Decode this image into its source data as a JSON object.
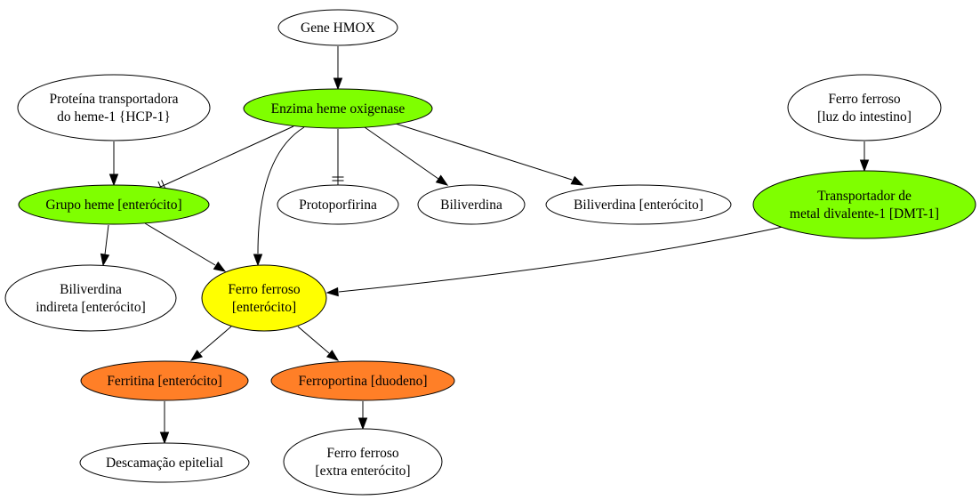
{
  "colors": {
    "white": "#ffffff",
    "green": "#7fff00",
    "yellow": "#ffff00",
    "orange": "#ff7f27"
  },
  "nodes": {
    "gene_hmox": {
      "lines": [
        "Gene HMOX"
      ],
      "fill": "white"
    },
    "hcp1": {
      "lines": [
        "Proteína transportadora",
        "do heme-1 {HCP-1}"
      ],
      "fill": "white"
    },
    "heme_oxigenase": {
      "lines": [
        "Enzima heme oxigenase"
      ],
      "fill": "green"
    },
    "ferro_luz": {
      "lines": [
        "Ferro ferroso",
        "[luz do intestino]"
      ],
      "fill": "white"
    },
    "grupo_heme": {
      "lines": [
        "Grupo heme [enterócito]"
      ],
      "fill": "green"
    },
    "protoporfirina": {
      "lines": [
        "Protoporfirina"
      ],
      "fill": "white"
    },
    "biliverdina": {
      "lines": [
        "Biliverdina"
      ],
      "fill": "white"
    },
    "biliverdina_enterocito": {
      "lines": [
        "Biliverdina [enterócito]"
      ],
      "fill": "white"
    },
    "dmt1": {
      "lines": [
        "Transportador de",
        "metal divalente-1 [DMT-1]"
      ],
      "fill": "green"
    },
    "biliverdina_indireta": {
      "lines": [
        "Biliverdina",
        "indireta [enterócito]"
      ],
      "fill": "white"
    },
    "ferro_enterocito": {
      "lines": [
        "Ferro ferroso",
        "[enterócito]"
      ],
      "fill": "yellow"
    },
    "ferritina": {
      "lines": [
        "Ferritina [enterócito]"
      ],
      "fill": "orange"
    },
    "ferroportina": {
      "lines": [
        "Ferroportina [duodeno]"
      ],
      "fill": "orange"
    },
    "descamacao": {
      "lines": [
        "Descamação epitelial"
      ],
      "fill": "white"
    },
    "ferro_extra": {
      "lines": [
        "Ferro ferroso",
        "[extra enterócito]"
      ],
      "fill": "white"
    }
  },
  "edges": [
    {
      "from": "gene_hmox",
      "to": "heme_oxigenase",
      "head": "arrow"
    },
    {
      "from": "hcp1",
      "to": "grupo_heme",
      "head": "arrow"
    },
    {
      "from": "heme_oxigenase",
      "to": "grupo_heme",
      "head": "tee"
    },
    {
      "from": "heme_oxigenase",
      "to": "ferro_enterocito",
      "head": "arrow"
    },
    {
      "from": "heme_oxigenase",
      "to": "protoporfirina",
      "head": "tee"
    },
    {
      "from": "heme_oxigenase",
      "to": "biliverdina",
      "head": "arrow"
    },
    {
      "from": "heme_oxigenase",
      "to": "biliverdina_enterocito",
      "head": "arrow"
    },
    {
      "from": "ferro_luz",
      "to": "dmt1",
      "head": "arrow"
    },
    {
      "from": "grupo_heme",
      "to": "biliverdina_indireta",
      "head": "arrow"
    },
    {
      "from": "grupo_heme",
      "to": "ferro_enterocito",
      "head": "arrow"
    },
    {
      "from": "dmt1",
      "to": "ferro_enterocito",
      "head": "arrow"
    },
    {
      "from": "ferro_enterocito",
      "to": "ferritina",
      "head": "arrow"
    },
    {
      "from": "ferro_enterocito",
      "to": "ferroportina",
      "head": "arrow"
    },
    {
      "from": "ferritina",
      "to": "descamacao",
      "head": "arrow"
    },
    {
      "from": "ferroportina",
      "to": "ferro_extra",
      "head": "arrow"
    }
  ]
}
